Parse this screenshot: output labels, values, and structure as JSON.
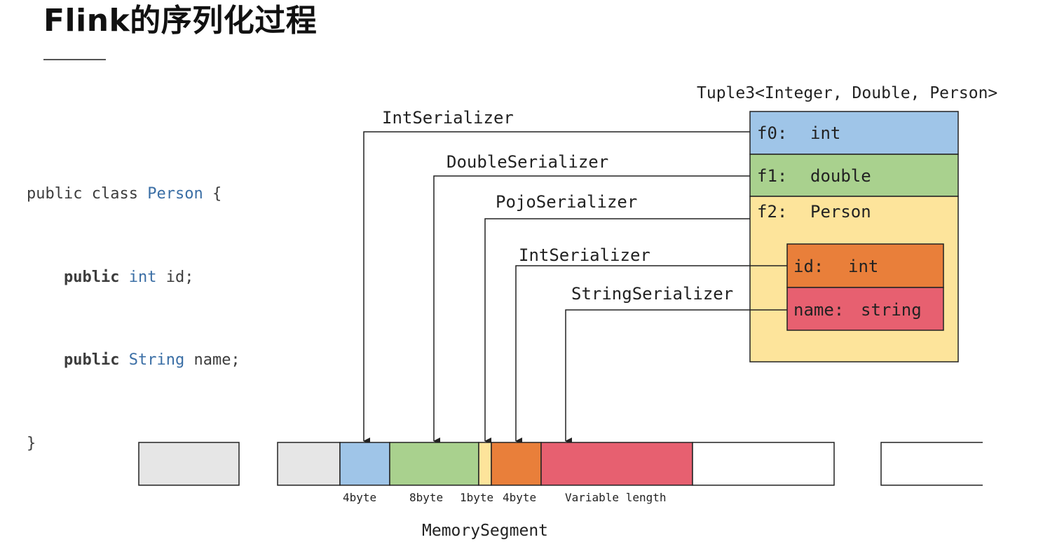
{
  "title": "Flink的序列化过程",
  "code": {
    "line1": {
      "kw1": "public",
      "kw2": "class",
      "name": "Person",
      "brace": "{"
    },
    "line2": {
      "kw": "public",
      "type": "int",
      "field": "id;"
    },
    "line3": {
      "kw": "public",
      "type": "String",
      "field": "name;"
    },
    "line4": {
      "brace": "}"
    }
  },
  "tuple": {
    "label": "Tuple3<Integer, Double, Person>",
    "fields": [
      {
        "name": "f0:",
        "type": "int",
        "color": "#9fc5e8"
      },
      {
        "name": "f1:",
        "type": "double",
        "color": "#a9d18e"
      },
      {
        "name": "f2:",
        "type": "Person",
        "color": "#fde49b"
      }
    ],
    "subfields": [
      {
        "name": "id:",
        "type": "int",
        "color": "#e97f3a"
      },
      {
        "name": "name:",
        "type": "string",
        "color": "#e76070"
      }
    ]
  },
  "serializers": [
    {
      "label": "IntSerializer"
    },
    {
      "label": "DoubleSerializer"
    },
    {
      "label": "PojoSerializer"
    },
    {
      "label": "IntSerializer"
    },
    {
      "label": "StringSerializer"
    }
  ],
  "segments": [
    {
      "label": "4byte",
      "color": "#9fc5e8"
    },
    {
      "label": "8byte",
      "color": "#a9d18e"
    },
    {
      "label": "1byte",
      "color": "#fde49b"
    },
    {
      "label": "4byte",
      "color": "#e97f3a"
    },
    {
      "label": "Variable length",
      "color": "#e76070"
    }
  ],
  "memory_segment_label": "MemorySegment",
  "colors": {
    "filled_gray": "#e6e6e6",
    "line": "#222222"
  }
}
